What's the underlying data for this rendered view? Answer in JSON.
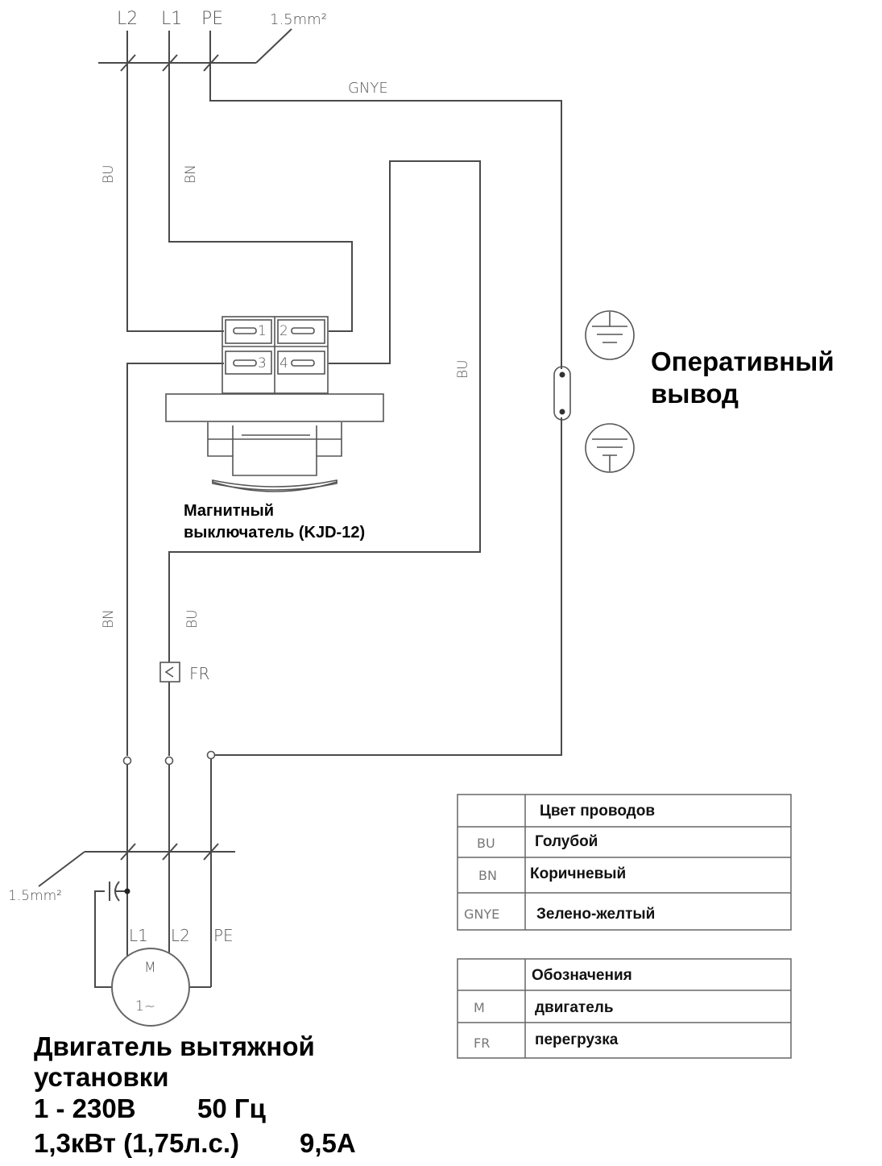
{
  "supply": {
    "l2": "L2",
    "l1": "L1",
    "pe": "PE",
    "cable": "1.5mm²"
  },
  "wires": {
    "gnye_top": "GNYE",
    "bu_left": "BU",
    "bn_left": "BN",
    "bu_mid": "BU",
    "bn_lower": "BN",
    "bu_lower": "BU"
  },
  "switch": {
    "t1": "1",
    "t2": "2",
    "t3": "3",
    "t4": "4",
    "label_line1": "Магнитный",
    "label_line2": "выключатель (KJD-12)"
  },
  "ground": {
    "label_line1": "Оперативный",
    "label_line2": "вывод"
  },
  "overload": {
    "label": "FR"
  },
  "motor": {
    "cable": "1.5mm²",
    "l1": "L1",
    "l2": "L2",
    "pe": "PE",
    "symbol": "M",
    "phase": "1~",
    "caption_line1": "Двигатель вытяжной",
    "caption_line2": "установки",
    "caption_line3a": "1 - 230В",
    "caption_line3b": "50 Гц",
    "caption_line4a": "1,3кВт (1,75л.с.)",
    "caption_line4b": "9,5А"
  },
  "wire_colors_table": {
    "header": "Цвет проводов",
    "rows": [
      {
        "code": "BU",
        "name": "Голубой"
      },
      {
        "code": "BN",
        "name": "Коричневый"
      },
      {
        "code": "GNYE",
        "name": "Зелено-желтый"
      }
    ]
  },
  "symbols_table": {
    "header": "Обозначения",
    "rows": [
      {
        "code": "M",
        "name": "двигатель"
      },
      {
        "code": "FR",
        "name": "перегрузка"
      }
    ]
  }
}
